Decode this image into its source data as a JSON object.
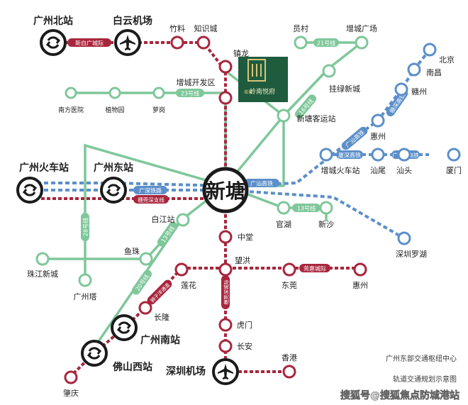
{
  "colors": {
    "red_rail": "#a8263d",
    "green_metro": "#7fc79a",
    "blue_rail": "#5c8fca",
    "hub_black": "#1b1b1b",
    "logo_green": "#1e5c3d"
  },
  "icons": {
    "hub_transfer": "circular-arrows-icon",
    "airport": "airplane-icon"
  },
  "hub": {
    "name": "新塘"
  },
  "stations": {
    "gz_north": "广州北站",
    "baiyun_airport": "白云机场",
    "zhuliao": "竹料",
    "zhishicheng": "知识城",
    "zhenlong": "镇龙",
    "zengcheng_kfq": "增城开发区",
    "nanfang_yiyuan": "南方医院",
    "zhiwuyuan": "植物园",
    "luogang": "萝岗",
    "yuancun": "员村",
    "zengcheng_gc": "增城广场",
    "gualv": "挂绿新城",
    "xintang_kyz": "新塘客运站",
    "beijing": "北京",
    "nanchang": "南昌",
    "ganzhou": "赣州",
    "huizhou_n": "惠州",
    "zengcheng_hcz": "增城火车站",
    "shanwei": "汕尾",
    "shantou": "汕头",
    "xiamen": "厦门",
    "gz_railway": "广州火车站",
    "gz_east": "广州东站",
    "baijiang": "白江站",
    "guanhu": "官湖",
    "xinsha": "新沙",
    "zhongtang": "中堂",
    "wanghong": "望洪",
    "sz_luohu": "深圳罗湖",
    "yuzhu": "鱼珠",
    "zhujiang": "珠江新城",
    "canton_tower": "广州塔",
    "lianhua": "莲花",
    "dongguan": "东莞",
    "huizhou_s": "惠州",
    "changlong": "长隆",
    "gz_south": "广州南站",
    "humen": "虎门",
    "changan": "长安",
    "foshan_w": "佛山西站",
    "zhaoqing": "肇庆",
    "sz_airport": "深圳机场",
    "hongkong": "香港"
  },
  "line_labels": {
    "xinbai": "新白广城际",
    "l21": "21号线",
    "l23": "23号线",
    "l16": "16号线",
    "l13": "13号线",
    "l28": "28号线",
    "guangshan": "广汕高铁",
    "xiashen": "厦深高铁",
    "ganshen": "赣深高铁",
    "guangshen_rail": "广深铁路",
    "guanshen_branch": "穗莞深支线",
    "guangshan2": "广汕高铁",
    "guangshen_gt": "广深港高铁",
    "guanhui": "莞惠城际",
    "suiguanshen": "穗莞深城际",
    "l20": "20号线",
    "lixin": "狮子洋通道"
  },
  "logo": {
    "text": "岭南悦府",
    "small": "增城"
  },
  "caption": {
    "line1": "广州东部交通枢纽中心",
    "line2": "轨道交通规划示意图"
  },
  "watermark": "搜狐号@搜狐焦点防城港站"
}
